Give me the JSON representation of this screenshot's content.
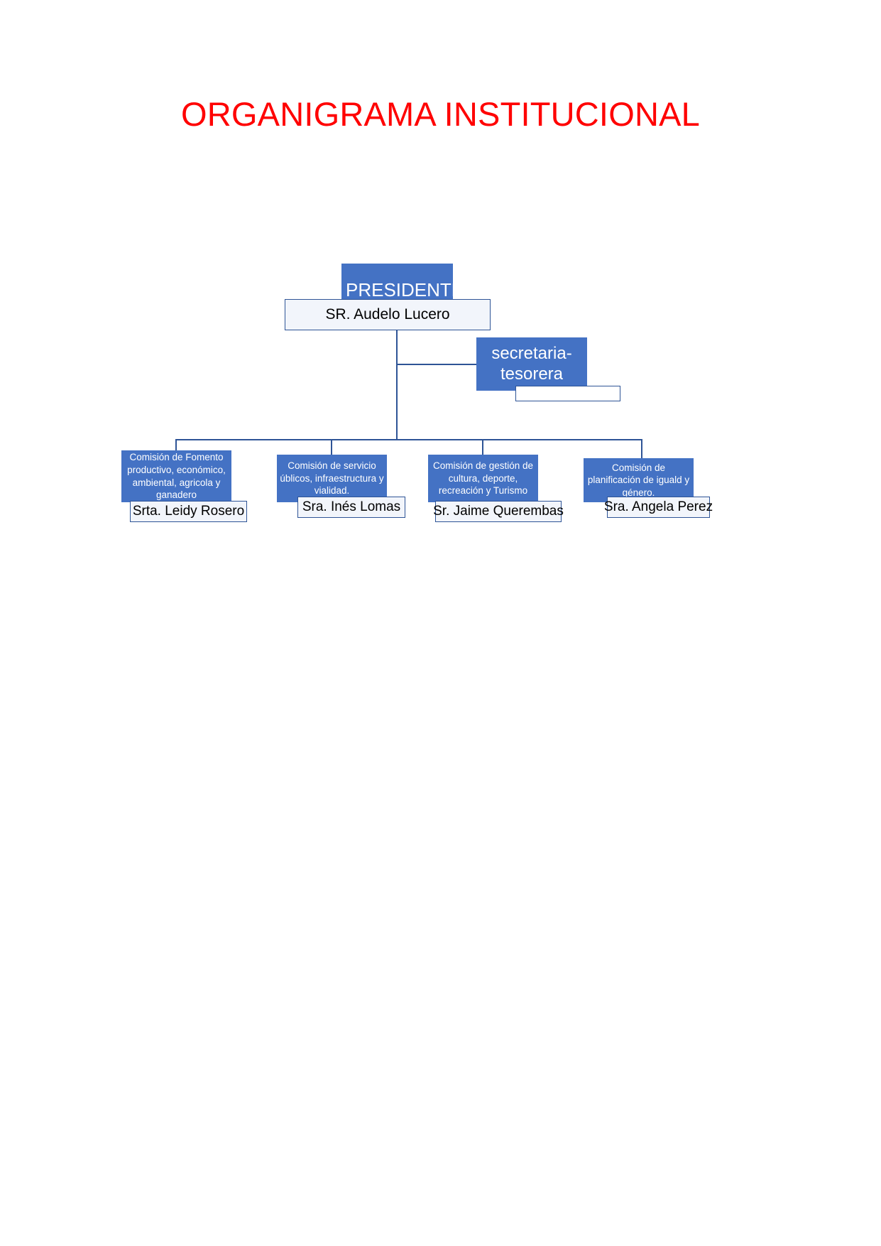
{
  "title": "ORGANIGRAMA INSTITUCIONAL",
  "colors": {
    "title": "#FF0000",
    "node_fill": "#4472C4",
    "node_text": "#FFFFFF",
    "line": "#2E5496",
    "plate_fill": "#F2F5FB",
    "plate_text": "#000000"
  },
  "chart_type": "organizational-chart",
  "president": {
    "role": "PRESIDENTE",
    "name": "SR. Audelo Lucero"
  },
  "secretary": {
    "role": "secretaria-tesorera",
    "name": ""
  },
  "commissions": [
    {
      "role": "Comisión de Fomento productivo, económico, ambiental, agricola y ganadero",
      "name": "Srta. Leidy Rosero"
    },
    {
      "role": "Comisión de servicio úblicos, infraestructura y vialidad.",
      "name": "Sra. Inés Lomas"
    },
    {
      "role": "Comisión de gestión de cultura, deporte, recreación y Turismo",
      "name": "Sr. Jaime Querembas"
    },
    {
      "role": "Comisión de planificación de iguald y género.",
      "name": "Sra. Angela Perez"
    }
  ]
}
